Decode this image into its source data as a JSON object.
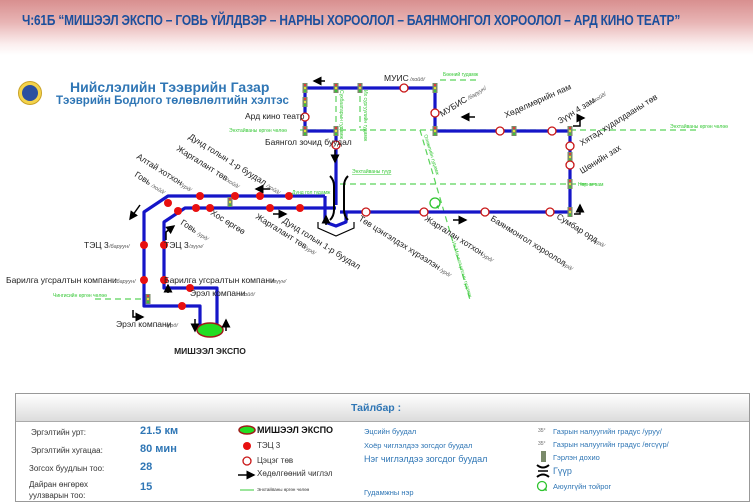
{
  "header": {
    "title": "Ч:61Б “МИШЭЭЛ ЭКСПО – ГОВЬ ҮЙЛДВЭР – НАРНЫ ХОРООЛОЛ – БАЯНМОНГОЛ ХОРООЛОЛ – АРД КИНО ТЕАТР”"
  },
  "org": {
    "name": "Нийслэлийн Тээврийн Газар",
    "subtitle": "Тээврийн Бодлого төлөвлөлтийн хэлтэс"
  },
  "stops": {
    "ard_kino": "Ард кино театр",
    "bayangol": "Баянгол зочид буудал",
    "muis": "МУИС",
    "muis_dir": "/хойд/",
    "mubis": "МУБИС",
    "mubis_dir": "/баруун/",
    "hudulmur": "Хөдөлмөрийн яам",
    "zuun4": "Зүүн 4 зам",
    "zuun4_dir": "/хойд/",
    "hyatad": "Хятад худалдааны төв",
    "shen": "Шөнийн зах",
    "sumbar": "Сумбар орд",
    "sumbar_dir": "/урд/",
    "bayanmongol": "Баянмонгол хороолол",
    "bayanmongol_dir": "/урд/",
    "jargalan": "Жаргалан хотхон",
    "jargalan_dir": "/урд/",
    "tov_tsengeldeh": "Төв цэнгэлдэх хүрээлэн",
    "tov_tsengeldeh_dir": "/урд/",
    "dund_gol_n": "Дунд голын 1-р буудал",
    "dund_gol_n_dir": "/хойд/",
    "jargalant_n": "Жаргалант төв",
    "jargalant_n_dir": "/хойд/",
    "altai": "Алтай хотхон",
    "altai_dir": "/урд/",
    "govi_n": "Говь",
    "govi_n_dir": "/хойд/",
    "dund_gol_s": "Дунд голын 1-р буудал",
    "dund_gol_s_dir": "/урд/",
    "jargalant_s": "Жаргалант төв",
    "jargalant_s_dir": "/урд/",
    "hos_urgu": "Хос өргөө",
    "govi_s": "Говь",
    "govi_s_dir": "/урд/",
    "tets3_w": "ТЭЦ 3",
    "tets3_w_dir": "/баруун/",
    "tets3_e": "ТЭЦ 3",
    "tets3_e_dir": "/зүүн/",
    "barilga_w": "Барилга угсралтын компани",
    "barilga_w_dir": "/баруун/",
    "barilga_e": "Барилга угсралтын компани",
    "barilga_e_dir": "/зүүн/",
    "erel_n": "Эрэл компани",
    "erel_n_dir": "/хойд/",
    "erel_s": "Эрэл компани",
    "erel_s_dir": "/урд/",
    "terminal": "МИШЭЭЛ ЭКСПО"
  },
  "streets": {
    "enhtaivan_top": "Энхтайваны өргөн чөлөө",
    "enhtaivan_right": "Энхтайваны өргөн чөлөө",
    "enhtaivan_bridge": "Энхтайваны гүүр",
    "narny": "Нарны зам",
    "bazaar": "Бөөний гудамж",
    "sukhbaatar": "Сүхбаатарын гудамж",
    "ih_surguuli": "Их сургуулийн гудамж",
    "olimp": "Олимпийн гудамж",
    "ih_mongol": "Их Монгол улсын гудамж",
    "chinggis": "Чингисийн өргөн чөлөө",
    "dund_gol": "Дунд гол гудамж"
  },
  "legend": {
    "title": "Тайлбар :",
    "stats": [
      {
        "label": "Эргэлтийн урт:",
        "value": "21.5 км"
      },
      {
        "label": "Эргэлтийн хугацаа:",
        "value": "80 мин"
      },
      {
        "label": "Зогсох буудлын тоо:",
        "value": "28"
      },
      {
        "label": "Дайран өнгөрөх уулзварын тоо:",
        "value": "15"
      }
    ],
    "symbols": {
      "terminal": "МИШЭЭЛ ЭКСПО",
      "two_way_stop": "ТЭЦ 3",
      "point": "Цэцэг төв",
      "direction": "Хөдөлгөөний чиглэл",
      "street_line": "Энхтайваны өргөн чөлөө"
    },
    "text_styles": {
      "end_stop": "Эцсийн буудал",
      "two_dir_stop": "Хоёр чиглэлдээ зогсдог буудал",
      "one_dir_stop": "Нэг чиглэлдээ зогсдог буудал",
      "street_name": "Гудамжны нэр"
    },
    "icons": {
      "slope_down": "Газрын налуугийн градус /уруу/",
      "slope_up": "Газрын налуугийн градус /өгсүүр/",
      "traffic_light": "Гэрлэн дохио",
      "bridge": "Гүүр",
      "roundabout": "Аюулгүйн тойрог"
    },
    "slope_icon_text": "35°"
  },
  "colors": {
    "route": "#1515c8",
    "stop_fill": "#e81010",
    "point_stroke": "#c81414",
    "street": "#5ad35a",
    "terminal_fill": "#22dd22",
    "title_blue": "#1c4f9c"
  }
}
